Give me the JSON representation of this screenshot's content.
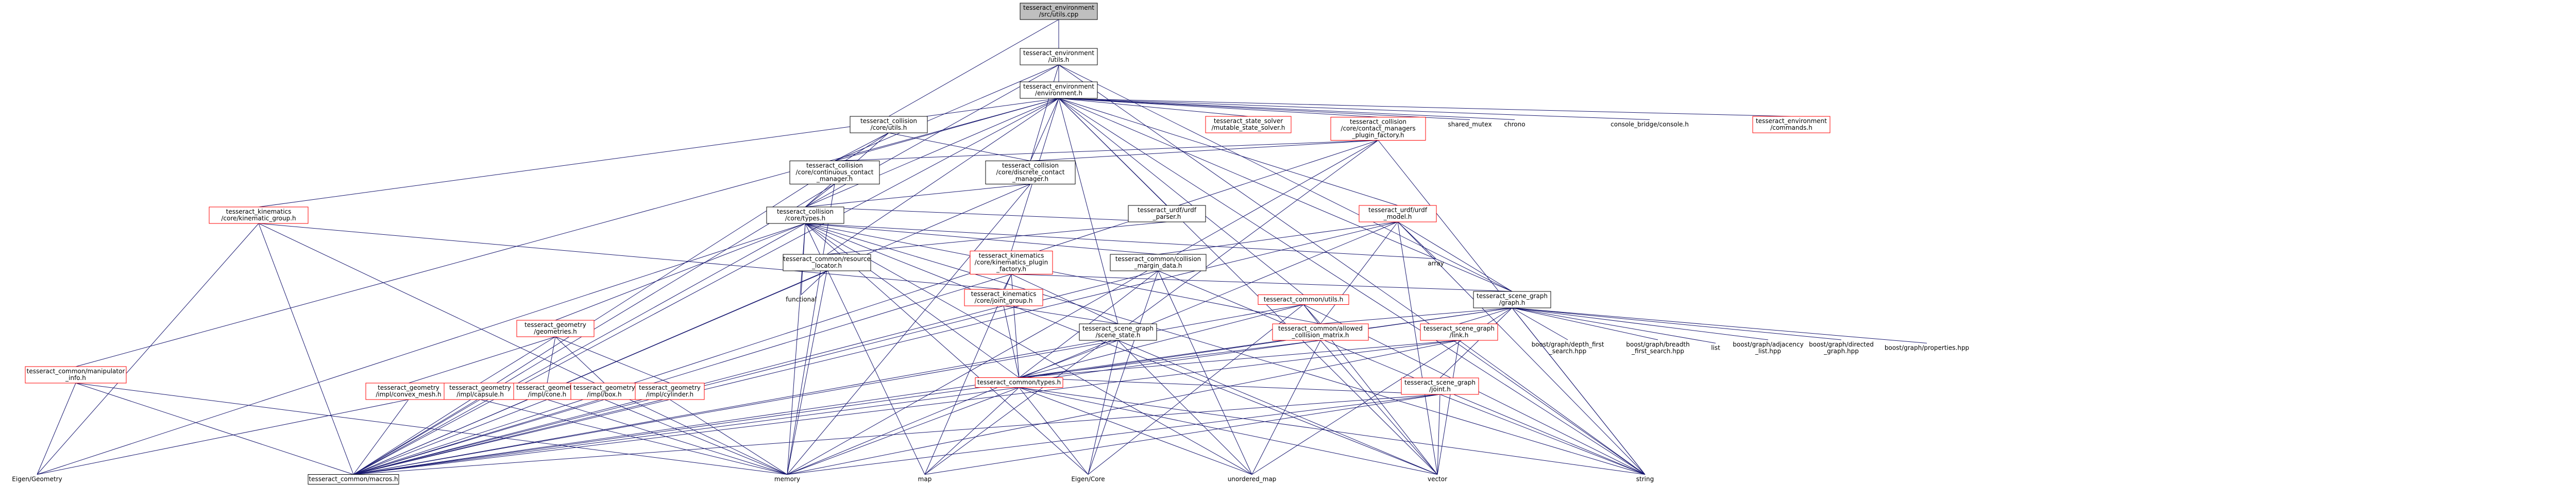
{
  "colors": {
    "edge": "#191970",
    "border": "#000000",
    "border_red": "#ff0000",
    "root_fill": "#bfbfbf",
    "node_fill": "#ffffff",
    "text": "#000000"
  },
  "nodes": {
    "root": {
      "lines": [
        "tesseract_environment",
        "/src/utils.cpp"
      ],
      "kind": "root"
    },
    "env_utils": {
      "lines": [
        "tesseract_environment",
        "/utils.h"
      ],
      "kind": "normal"
    },
    "coll_utils": {
      "lines": [
        "tesseract_collision",
        "/core/utils.h"
      ],
      "kind": "normal"
    },
    "env": {
      "lines": [
        "tesseract_environment",
        "/environment.h"
      ],
      "kind": "normal"
    },
    "state_solver": {
      "lines": [
        "tesseract_state_solver",
        "/mutable_state_solver.h"
      ],
      "kind": "red"
    },
    "plugin_factory": {
      "lines": [
        "tesseract_collision",
        "/core/contact_managers",
        "_plugin_factory.h"
      ],
      "kind": "red"
    },
    "shared_mutex": {
      "lines": [
        "shared_mutex"
      ],
      "kind": "plain"
    },
    "chrono": {
      "lines": [
        "chrono"
      ],
      "kind": "plain"
    },
    "console": {
      "lines": [
        "console_bridge/console.h"
      ],
      "kind": "plain"
    },
    "commands": {
      "lines": [
        "tesseract_environment",
        "/commands.h"
      ],
      "kind": "red"
    },
    "continuous": {
      "lines": [
        "tesseract_collision",
        "/core/continuous_contact",
        "_manager.h"
      ],
      "kind": "normal"
    },
    "discrete": {
      "lines": [
        "tesseract_collision",
        "/core/discrete_contact",
        "_manager.h"
      ],
      "kind": "normal"
    },
    "urdf_parser": {
      "lines": [
        "tesseract_urdf/urdf",
        "_parser.h"
      ],
      "kind": "normal"
    },
    "urdf_model": {
      "lines": [
        "tesseract_urdf/urdf",
        "_model.h"
      ],
      "kind": "red"
    },
    "coll_types": {
      "lines": [
        "tesseract_collision",
        "/core/types.h"
      ],
      "kind": "normal"
    },
    "kin_group": {
      "lines": [
        "tesseract_kinematics",
        "/core/kinematic_group.h"
      ],
      "kind": "red"
    },
    "resource": {
      "lines": [
        "tesseract_common/resource",
        "_locator.h"
      ],
      "kind": "normal"
    },
    "kin_plugin": {
      "lines": [
        "tesseract_kinematics",
        "/core/kinematics_plugin",
        "_factory.h"
      ],
      "kind": "red"
    },
    "margin": {
      "lines": [
        "tesseract_common/collision",
        "_margin_data.h"
      ],
      "kind": "normal"
    },
    "array": {
      "lines": [
        "array"
      ],
      "kind": "plain"
    },
    "functional": {
      "lines": [
        "functional"
      ],
      "kind": "plain"
    },
    "joint_group": {
      "lines": [
        "tesseract_kinematics",
        "/core/joint_group.h"
      ],
      "kind": "red"
    },
    "common_utils": {
      "lines": [
        "tesseract_common/utils.h"
      ],
      "kind": "red"
    },
    "scene_graph": {
      "lines": [
        "tesseract_scene_graph",
        "/graph.h"
      ],
      "kind": "normal"
    },
    "geometries": {
      "lines": [
        "tesseract_geometry",
        "/geometries.h"
      ],
      "kind": "red"
    },
    "scene_state": {
      "lines": [
        "tesseract_scene_graph",
        "/scene_state.h"
      ],
      "kind": "normal"
    },
    "allowed": {
      "lines": [
        "tesseract_common/allowed",
        "_collision_matrix.h"
      ],
      "kind": "red"
    },
    "sg_link": {
      "lines": [
        "tesseract_scene_graph",
        "/link.h"
      ],
      "kind": "red"
    },
    "boost_depth": {
      "lines": [
        "boost/graph/depth_first",
        "_search.hpp"
      ],
      "kind": "plain"
    },
    "boost_breadth": {
      "lines": [
        "boost/graph/breadth",
        "_first_search.hpp"
      ],
      "kind": "plain"
    },
    "list": {
      "lines": [
        "list"
      ],
      "kind": "plain"
    },
    "boost_adj": {
      "lines": [
        "boost/graph/adjacency",
        "_list.hpp"
      ],
      "kind": "plain"
    },
    "boost_dir": {
      "lines": [
        "boost/graph/directed",
        "_graph.hpp"
      ],
      "kind": "plain"
    },
    "boost_prop": {
      "lines": [
        "boost/graph/properties.hpp"
      ],
      "kind": "plain"
    },
    "manipulator": {
      "lines": [
        "tesseract_common/manipulator",
        "_info.h"
      ],
      "kind": "red"
    },
    "convex_mesh": {
      "lines": [
        "tesseract_geometry",
        "/impl/convex_mesh.h"
      ],
      "kind": "red"
    },
    "capsule": {
      "lines": [
        "tesseract_geometry",
        "/impl/capsule.h"
      ],
      "kind": "red"
    },
    "cone": {
      "lines": [
        "tesseract_geometry",
        "/impl/cone.h"
      ],
      "kind": "red"
    },
    "box": {
      "lines": [
        "tesseract_geometry",
        "/impl/box.h"
      ],
      "kind": "red"
    },
    "cylinder": {
      "lines": [
        "tesseract_geometry",
        "/impl/cylinder.h"
      ],
      "kind": "red"
    },
    "common_types": {
      "lines": [
        "tesseract_common/types.h"
      ],
      "kind": "red"
    },
    "sg_joint": {
      "lines": [
        "tesseract_scene_graph",
        "/joint.h"
      ],
      "kind": "red"
    },
    "eigen_geometry": {
      "lines": [
        "Eigen/Geometry"
      ],
      "kind": "plain"
    },
    "macros": {
      "lines": [
        "tesseract_common/macros.h"
      ],
      "kind": "normal"
    },
    "memory": {
      "lines": [
        "memory"
      ],
      "kind": "plain"
    },
    "map": {
      "lines": [
        "map"
      ],
      "kind": "plain"
    },
    "eigen_core": {
      "lines": [
        "Eigen/Core"
      ],
      "kind": "plain"
    },
    "unordered_map": {
      "lines": [
        "unordered_map"
      ],
      "kind": "plain"
    },
    "vector": {
      "lines": [
        "vector"
      ],
      "kind": "plain"
    },
    "string": {
      "lines": [
        "string"
      ],
      "kind": "plain"
    }
  },
  "edges": [
    [
      "root",
      "env_utils"
    ],
    [
      "root",
      "coll_utils"
    ],
    [
      "env_utils",
      "env"
    ],
    [
      "env_utils",
      "coll_types"
    ],
    [
      "env_utils",
      "scene_graph"
    ],
    [
      "env_utils",
      "string"
    ],
    [
      "env_utils",
      "continuous"
    ],
    [
      "env_utils",
      "discrete"
    ],
    [
      "coll_utils",
      "continuous"
    ],
    [
      "coll_utils",
      "discrete"
    ],
    [
      "coll_utils",
      "coll_types"
    ],
    [
      "coll_utils",
      "macros"
    ],
    [
      "env",
      "state_solver"
    ],
    [
      "env",
      "plugin_factory"
    ],
    [
      "env",
      "shared_mutex"
    ],
    [
      "env",
      "chrono"
    ],
    [
      "env",
      "console"
    ],
    [
      "env",
      "commands"
    ],
    [
      "env",
      "urdf_parser"
    ],
    [
      "env",
      "urdf_model"
    ],
    [
      "env",
      "coll_types"
    ],
    [
      "env",
      "kin_group"
    ],
    [
      "env",
      "resource"
    ],
    [
      "env",
      "kin_plugin"
    ],
    [
      "env",
      "scene_graph"
    ],
    [
      "env",
      "scene_state"
    ],
    [
      "env",
      "common_utils"
    ],
    [
      "env",
      "manipulator"
    ],
    [
      "env",
      "macros"
    ],
    [
      "env",
      "vector"
    ],
    [
      "env",
      "string"
    ],
    [
      "env",
      "continuous"
    ],
    [
      "env",
      "discrete"
    ],
    [
      "plugin_factory",
      "continuous"
    ],
    [
      "plugin_factory",
      "discrete"
    ],
    [
      "plugin_factory",
      "macros"
    ],
    [
      "plugin_factory",
      "memory"
    ],
    [
      "plugin_factory",
      "map"
    ],
    [
      "plugin_factory",
      "string"
    ],
    [
      "continuous",
      "coll_types"
    ],
    [
      "continuous",
      "macros"
    ],
    [
      "continuous",
      "memory"
    ],
    [
      "discrete",
      "coll_types"
    ],
    [
      "discrete",
      "macros"
    ],
    [
      "discrete",
      "memory"
    ],
    [
      "urdf_parser",
      "resource"
    ],
    [
      "urdf_parser",
      "coll_types"
    ],
    [
      "urdf_model",
      "margin"
    ],
    [
      "urdf_model",
      "allowed"
    ],
    [
      "urdf_model",
      "array"
    ],
    [
      "urdf_model",
      "scene_graph"
    ],
    [
      "urdf_model",
      "macros"
    ],
    [
      "urdf_model",
      "memory"
    ],
    [
      "urdf_model",
      "vector"
    ],
    [
      "urdf_model",
      "string"
    ],
    [
      "coll_types",
      "geometries"
    ],
    [
      "coll_types",
      "common_types"
    ],
    [
      "coll_types",
      "margin"
    ],
    [
      "coll_types",
      "allowed"
    ],
    [
      "coll_types",
      "array"
    ],
    [
      "coll_types",
      "functional"
    ],
    [
      "coll_types",
      "eigen_geometry"
    ],
    [
      "coll_types",
      "macros"
    ],
    [
      "coll_types",
      "memory"
    ],
    [
      "coll_types",
      "map"
    ],
    [
      "coll_types",
      "eigen_core"
    ],
    [
      "coll_types",
      "unordered_map"
    ],
    [
      "coll_types",
      "vector"
    ],
    [
      "coll_types",
      "string"
    ],
    [
      "kin_group",
      "joint_group"
    ],
    [
      "kin_group",
      "eigen_geometry"
    ],
    [
      "kin_group",
      "macros"
    ],
    [
      "kin_group",
      "memory"
    ],
    [
      "resource",
      "functional"
    ],
    [
      "resource",
      "macros"
    ],
    [
      "resource",
      "memory"
    ],
    [
      "kin_plugin",
      "joint_group"
    ],
    [
      "kin_plugin",
      "scene_graph"
    ],
    [
      "kin_plugin",
      "scene_state"
    ],
    [
      "kin_plugin",
      "common_types"
    ],
    [
      "kin_plugin",
      "macros"
    ],
    [
      "kin_plugin",
      "map"
    ],
    [
      "margin",
      "common_types"
    ],
    [
      "margin",
      "macros"
    ],
    [
      "margin",
      "eigen_core"
    ],
    [
      "margin",
      "unordered_map"
    ],
    [
      "margin",
      "string"
    ],
    [
      "joint_group",
      "common_types"
    ],
    [
      "joint_group",
      "macros"
    ],
    [
      "joint_group",
      "scene_state"
    ],
    [
      "common_utils",
      "common_types"
    ],
    [
      "common_utils",
      "allowed"
    ],
    [
      "common_utils",
      "macros"
    ],
    [
      "common_utils",
      "eigen_core"
    ],
    [
      "common_utils",
      "vector"
    ],
    [
      "common_utils",
      "string"
    ],
    [
      "scene_graph",
      "sg_link"
    ],
    [
      "scene_graph",
      "sg_joint"
    ],
    [
      "scene_graph",
      "allowed"
    ],
    [
      "scene_graph",
      "boost_depth"
    ],
    [
      "scene_graph",
      "boost_breadth"
    ],
    [
      "scene_graph",
      "list"
    ],
    [
      "scene_graph",
      "boost_adj"
    ],
    [
      "scene_graph",
      "boost_dir"
    ],
    [
      "scene_graph",
      "boost_prop"
    ],
    [
      "scene_graph",
      "common_types"
    ],
    [
      "scene_graph",
      "macros"
    ],
    [
      "scene_graph",
      "unordered_map"
    ],
    [
      "scene_graph",
      "string"
    ],
    [
      "geometries",
      "convex_mesh"
    ],
    [
      "geometries",
      "capsule"
    ],
    [
      "geometries",
      "cone"
    ],
    [
      "geometries",
      "box"
    ],
    [
      "geometries",
      "cylinder"
    ],
    [
      "scene_state",
      "common_types"
    ],
    [
      "scene_state",
      "macros"
    ],
    [
      "scene_state",
      "eigen_core"
    ],
    [
      "scene_state",
      "unordered_map"
    ],
    [
      "scene_state",
      "vector"
    ],
    [
      "allowed",
      "common_types"
    ],
    [
      "allowed",
      "macros"
    ],
    [
      "allowed",
      "unordered_map"
    ],
    [
      "allowed",
      "vector"
    ],
    [
      "sg_link",
      "common_types"
    ],
    [
      "sg_link",
      "macros"
    ],
    [
      "sg_link",
      "memory"
    ],
    [
      "sg_link",
      "vector"
    ],
    [
      "sg_link",
      "string"
    ],
    [
      "manipulator",
      "eigen_geometry"
    ],
    [
      "manipulator",
      "macros"
    ],
    [
      "manipulator",
      "memory"
    ],
    [
      "convex_mesh",
      "macros"
    ],
    [
      "convex_mesh",
      "eigen_geometry"
    ],
    [
      "capsule",
      "macros"
    ],
    [
      "capsule",
      "memory"
    ],
    [
      "cone",
      "macros"
    ],
    [
      "cone",
      "memory"
    ],
    [
      "box",
      "macros"
    ],
    [
      "box",
      "memory"
    ],
    [
      "cylinder",
      "macros"
    ],
    [
      "cylinder",
      "memory"
    ],
    [
      "common_types",
      "macros"
    ],
    [
      "common_types",
      "memory"
    ],
    [
      "common_types",
      "map"
    ],
    [
      "common_types",
      "eigen_core"
    ],
    [
      "common_types",
      "unordered_map"
    ],
    [
      "common_types",
      "vector"
    ],
    [
      "common_types",
      "string"
    ],
    [
      "sg_joint",
      "common_types"
    ],
    [
      "sg_joint",
      "macros"
    ],
    [
      "sg_joint",
      "memory"
    ],
    [
      "sg_joint",
      "map"
    ],
    [
      "sg_joint",
      "vector"
    ],
    [
      "sg_joint",
      "string"
    ]
  ]
}
